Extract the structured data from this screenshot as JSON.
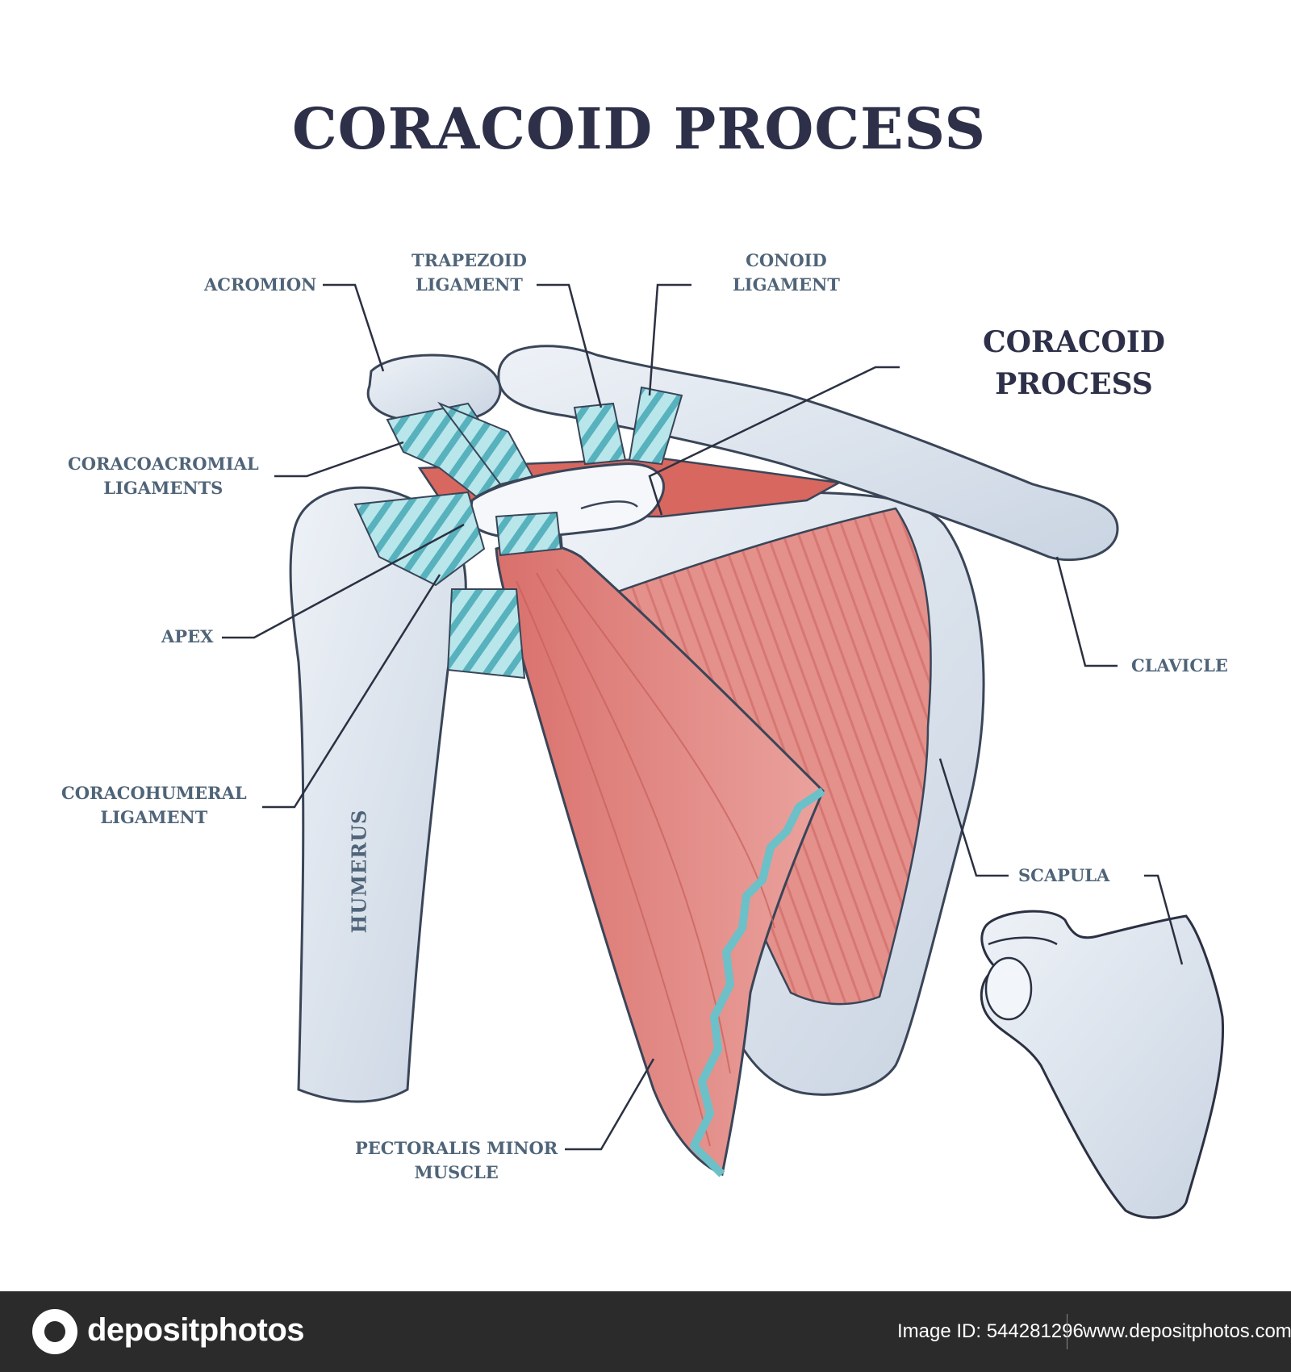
{
  "title": "CORACOID PROCESS",
  "labels": {
    "acromion": "ACROMION",
    "trapezoid_ligament": [
      "TRAPEZOID",
      "LIGAMENT"
    ],
    "conoid_ligament": [
      "CONOID",
      "LIGAMENT"
    ],
    "coracoid_process": [
      "CORACOID",
      "PROCESS"
    ],
    "coracoacromial_ligaments": [
      "CORACOACROMIAL",
      "LIGAMENTS"
    ],
    "apex": "APEX",
    "clavicle": "CLAVICLE",
    "coracohumeral_ligament": [
      "CORACOHUMERAL",
      "LIGAMENT"
    ],
    "humerus": "HUMERUS",
    "scapula": "SCAPULA",
    "pectoralis_minor_muscle": [
      "PECTORALIS MINOR",
      "MUSCLE"
    ]
  },
  "colors": {
    "bone": "#dfe6ef",
    "bone_outline": "#3a4558",
    "ligament": "#a9dfe4",
    "ligament_dark": "#4aa7b4",
    "muscle": "#e28a86",
    "muscle_dark": "#c85e5a",
    "title": "#2d3048",
    "label": "#4f6478"
  },
  "footer": {
    "brand": "depositphotos",
    "image_id": "Image ID: 544281296",
    "website": "www.depositphotos.com"
  }
}
